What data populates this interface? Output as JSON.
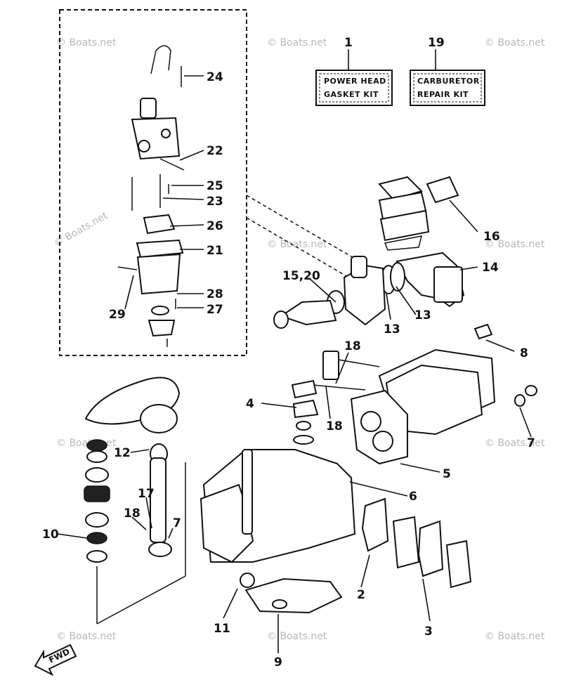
{
  "watermark": "© Boats.net",
  "kits": {
    "power_head": {
      "num": "1",
      "line1": "POWER HEAD",
      "line2": "GASKET KIT"
    },
    "carburetor": {
      "num": "19",
      "line1": "CARBURETOR",
      "line2": "REPAIR KIT"
    }
  },
  "labels": {
    "l2": "2",
    "l3": "3",
    "l4": "4",
    "l5": "5",
    "l6": "6",
    "l7a": "7",
    "l7b": "7",
    "l8": "8",
    "l9": "9",
    "l10": "10",
    "l11": "11",
    "l12": "12",
    "l13a": "13",
    "l13b": "13",
    "l14": "14",
    "l15_20": "15,20",
    "l16": "16",
    "l17": "17",
    "l18a": "18",
    "l18b": "18",
    "l18c": "18",
    "l21": "21",
    "l22": "22",
    "l23": "23",
    "l24": "24",
    "l25": "25",
    "l26": "26",
    "l27": "27",
    "l28": "28",
    "l29": "29"
  },
  "fwd_label": "FWD"
}
